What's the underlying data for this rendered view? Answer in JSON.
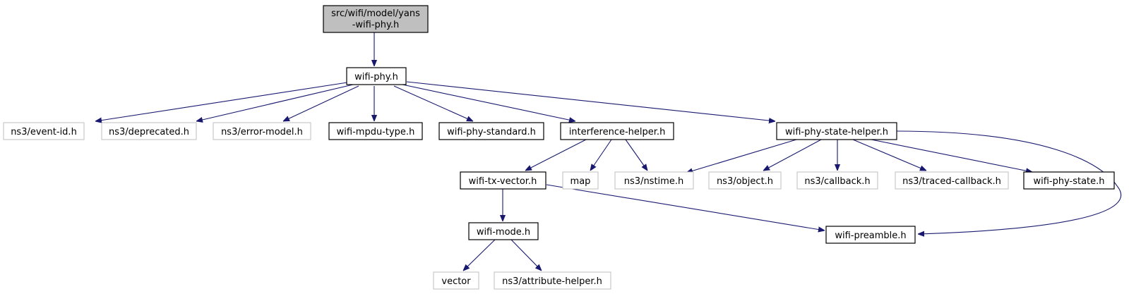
{
  "diagram": {
    "nodes": {
      "root": {
        "line1": "src/wifi/model/yans",
        "line2": "-wifi-phy.h"
      },
      "wifi_phy": "wifi-phy.h",
      "event_id": "ns3/event-id.h",
      "deprecated": "ns3/deprecated.h",
      "error_model": "ns3/error-model.h",
      "wifi_mpdu_type": "wifi-mpdu-type.h",
      "wifi_phy_standard": "wifi-phy-standard.h",
      "interference_helper": "interference-helper.h",
      "wifi_phy_state_helper": "wifi-phy-state-helper.h",
      "wifi_tx_vector": "wifi-tx-vector.h",
      "map": "map",
      "nstime": "ns3/nstime.h",
      "object": "ns3/object.h",
      "callback": "ns3/callback.h",
      "traced_callback": "ns3/traced-callback.h",
      "wifi_phy_state": "wifi-phy-state.h",
      "wifi_mode": "wifi-mode.h",
      "wifi_preamble": "wifi-preamble.h",
      "vector": "vector",
      "attribute_helper": "ns3/attribute-helper.h"
    },
    "edges": [
      [
        "root",
        "wifi_phy"
      ],
      [
        "wifi_phy",
        "event_id"
      ],
      [
        "wifi_phy",
        "deprecated"
      ],
      [
        "wifi_phy",
        "error_model"
      ],
      [
        "wifi_phy",
        "wifi_mpdu_type"
      ],
      [
        "wifi_phy",
        "wifi_phy_standard"
      ],
      [
        "wifi_phy",
        "interference_helper"
      ],
      [
        "wifi_phy",
        "wifi_phy_state_helper"
      ],
      [
        "interference_helper",
        "wifi_tx_vector"
      ],
      [
        "interference_helper",
        "map"
      ],
      [
        "interference_helper",
        "nstime"
      ],
      [
        "wifi_phy_state_helper",
        "nstime"
      ],
      [
        "wifi_phy_state_helper",
        "object"
      ],
      [
        "wifi_phy_state_helper",
        "callback"
      ],
      [
        "wifi_phy_state_helper",
        "traced_callback"
      ],
      [
        "wifi_phy_state_helper",
        "wifi_phy_state"
      ],
      [
        "wifi_phy_state_helper",
        "wifi_preamble"
      ],
      [
        "wifi_tx_vector",
        "wifi_mode"
      ],
      [
        "wifi_tx_vector",
        "wifi_preamble"
      ],
      [
        "wifi_mode",
        "vector"
      ],
      [
        "wifi_mode",
        "attribute_helper"
      ]
    ],
    "colors": {
      "edge": "#191970",
      "root_fill": "#bfbfbf",
      "external_border": "#bfbfbf",
      "internal_border": "#000000"
    }
  }
}
